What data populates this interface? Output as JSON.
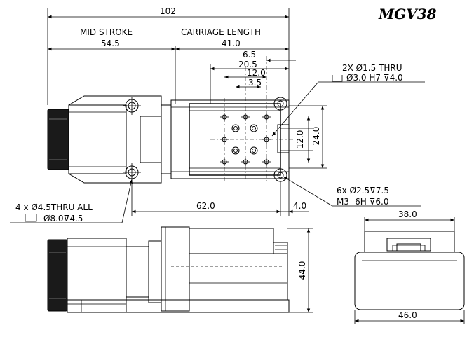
{
  "title": "MGV38",
  "dims": {
    "overall_length": "102",
    "mid_stroke_label": "MID STROKE",
    "carriage_length_label": "CARRIAGE LENGTH",
    "mid_stroke": "54.5",
    "carriage_length": "41.0",
    "d_6_5": "6.5",
    "d_20_5": "20.5",
    "d_12_0": "12.0",
    "d_3_5": "3.5",
    "d_v12": "12.0",
    "d_v24": "24.0",
    "d_62": "62.0",
    "d_4": "4.0",
    "d_38": "38.0",
    "d_44": "44.0",
    "d_46": "46.0"
  },
  "callouts": {
    "thru_line1": "2X Ø1.5 THRU",
    "thru_line2": "Ø3.0 H7 ⊽4.0",
    "tap_line1": "6x Ø2.5⊽7.5",
    "tap_line2": "M3- 6H ⊽6.0",
    "mount_line1": "4 x Ø4.5THRU ALL",
    "mount_line2": "Ø8.0⊽4.5"
  }
}
